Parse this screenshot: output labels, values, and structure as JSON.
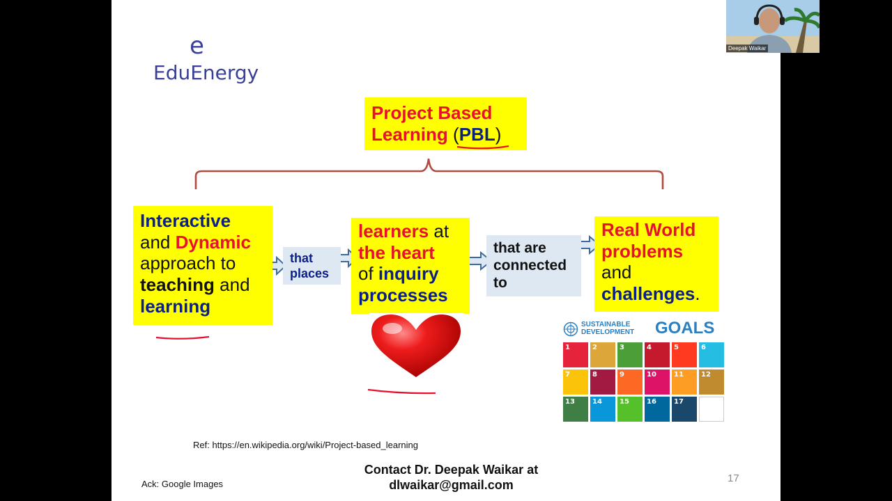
{
  "logo": {
    "mark": "e",
    "name": "EduEnergy"
  },
  "title": {
    "line1": "Project Based",
    "line2": "Learning",
    "open_paren": "(",
    "abbr": "PBL",
    "close_paren": ")"
  },
  "box1": {
    "w1": "Interactive",
    "w2": "and",
    "w3": "Dynamic",
    "w4": "approach to",
    "w5": "teaching",
    "w6": "and",
    "w7": "learning"
  },
  "connector1": {
    "line1": "that",
    "line2": "places"
  },
  "box2": {
    "w1": "learners",
    "w2": "at",
    "w3": "the heart",
    "w4": "of",
    "w5": "inquiry",
    "w6": "processes"
  },
  "connector2": {
    "line1": "that are",
    "line2": "connected",
    "line3": "to"
  },
  "box3": {
    "w1": "Real World",
    "w2": "problems",
    "w3": "and",
    "w4": "challenges",
    "w5": "."
  },
  "sdg": {
    "title_top": "SUSTAINABLE",
    "title_bottom": "DEVELOPMENT",
    "title_goals": "GOALS",
    "tiles": [
      {
        "n": "1",
        "color": "#e5243b"
      },
      {
        "n": "2",
        "color": "#dda63a"
      },
      {
        "n": "3",
        "color": "#4c9f38"
      },
      {
        "n": "4",
        "color": "#c5192d"
      },
      {
        "n": "5",
        "color": "#ff3a21"
      },
      {
        "n": "6",
        "color": "#26bde2"
      },
      {
        "n": "7",
        "color": "#fcc30b"
      },
      {
        "n": "8",
        "color": "#a21942"
      },
      {
        "n": "9",
        "color": "#fd6925"
      },
      {
        "n": "10",
        "color": "#dd1367"
      },
      {
        "n": "11",
        "color": "#fd9d24"
      },
      {
        "n": "12",
        "color": "#bf8b2e"
      },
      {
        "n": "13",
        "color": "#3f7e44"
      },
      {
        "n": "14",
        "color": "#0a97d9"
      },
      {
        "n": "15",
        "color": "#56c02b"
      },
      {
        "n": "16",
        "color": "#00689d"
      },
      {
        "n": "17",
        "color": "#19486a"
      },
      {
        "n": "",
        "color": "#ffffff"
      }
    ]
  },
  "ref": "Ref: https://en.wikipedia.org/wiki/Project-based_learning",
  "ack": "Ack: Google Images",
  "contact": {
    "line1": "Contact Dr. Deepak Waikar at",
    "line2": "dlwaikar@gmail.com"
  },
  "page_number": "17",
  "webcam": {
    "participant_name": "Deepak Waikar"
  },
  "colors": {
    "highlight": "#ffff00",
    "accent_red": "#e8112d",
    "accent_navy": "#0b1f8a",
    "connector_fill": "#dde8f2",
    "brace": "#b04a3e",
    "logo": "#3a4096"
  }
}
